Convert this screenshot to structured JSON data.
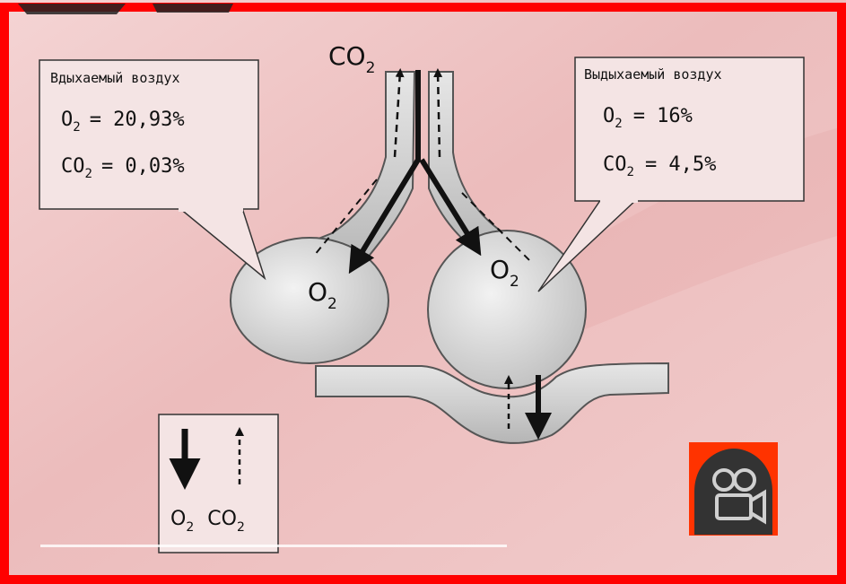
{
  "inhaled_box": {
    "title": "Вдыхаемый воздух",
    "o2_label": "O",
    "o2_sub": "2",
    "o2_value": "= 20,93%",
    "co2_label": "CO",
    "co2_sub": "2",
    "co2_value": "= 0,03%"
  },
  "exhaled_box": {
    "title": "Выдыхаемый воздух",
    "o2_label": "O",
    "o2_sub": "2",
    "o2_value": "= 16%",
    "co2_label": "CO",
    "co2_sub": "2",
    "co2_value": "= 4,5%"
  },
  "labels": {
    "top_co2": "CO",
    "top_co2_sub": "2",
    "left_o2": "O",
    "left_o2_sub": "2",
    "right_o2": "O",
    "right_o2_sub": "2"
  },
  "legend": {
    "o2": "O",
    "o2_sub": "2",
    "co2": "CO",
    "co2_sub": "2"
  },
  "video_button": {
    "icon": "video-camera-icon"
  },
  "colors": {
    "frame": "#ff0000",
    "background": "#f1c9c9",
    "video_border": "#ff3300",
    "video_bg": "#333333"
  }
}
